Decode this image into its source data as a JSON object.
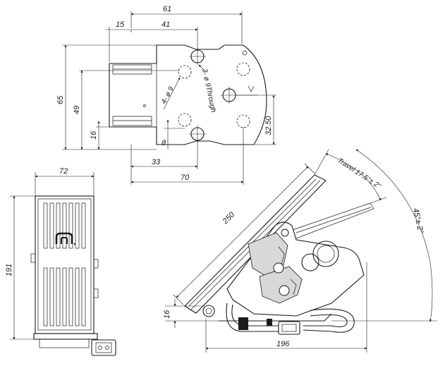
{
  "diagram": {
    "top_view": {
      "dims": [
        "61",
        "15",
        "41",
        "65",
        "49",
        "16",
        "8",
        "33",
        "70",
        "32.50"
      ],
      "callouts": [
        "4- ø 9",
        "3- ø 9Through"
      ]
    },
    "side_view": {
      "dims": [
        "72",
        "191"
      ]
    },
    "angled_view": {
      "dims": [
        "250",
        "16",
        "196"
      ],
      "callouts": [
        "Travel 17.5°± 2°",
        "45°± 2°"
      ]
    }
  }
}
